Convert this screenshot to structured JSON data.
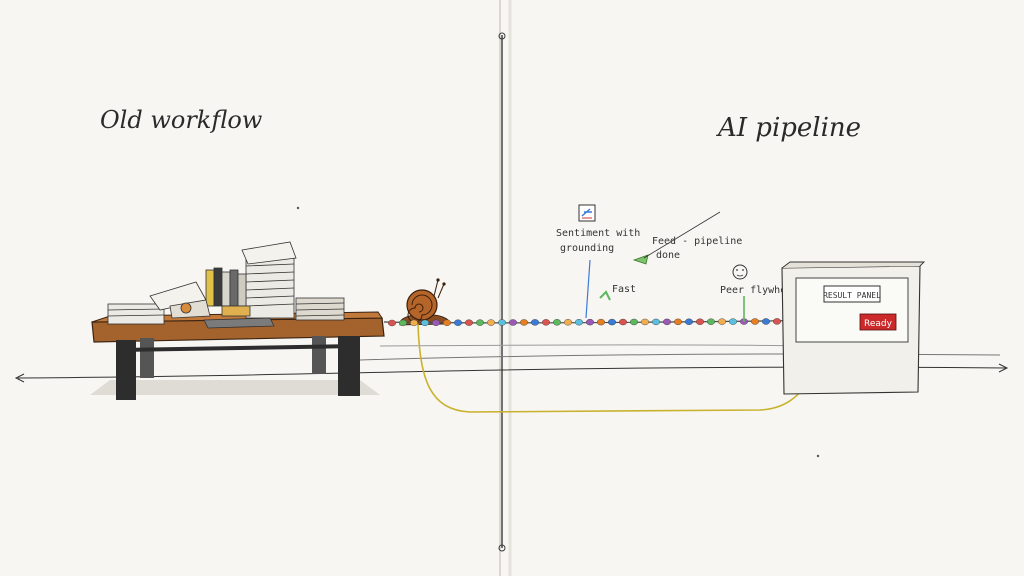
{
  "left_panel": {
    "title": "Old workflow"
  },
  "right_panel": {
    "title": "AI pipeline"
  },
  "annotations": {
    "screen_note_line1": "Sentiment with",
    "screen_note_line2": "grounding",
    "fast_label": "Fast",
    "feed_label_line1": "Feed - pipeline",
    "feed_label_line2": "done",
    "peer_label": "Peer flywheel",
    "output_box_label": "RESULT PANEL",
    "output_badge": "Ready"
  },
  "colors": {
    "paper": "#f7f6f3",
    "ink": "#2a2a2a",
    "table_top": "#a4622c",
    "snail_shell": "#b5652a",
    "cable": "#c8b22e",
    "pipeline_line": "#4a4a4a",
    "bead_palette": [
      "#d9534f",
      "#5cb85c",
      "#f0ad4e",
      "#5bc0de",
      "#9b59b6",
      "#e67e22",
      "#3a7bd5"
    ],
    "badge_red": "#cc2a2a"
  },
  "icons": {
    "snail": "snail-icon",
    "papers": "paper-stack-icon",
    "screen": "monitor-icon",
    "face": "face-sketch-icon",
    "arrow": "hand-arrow-icon"
  }
}
